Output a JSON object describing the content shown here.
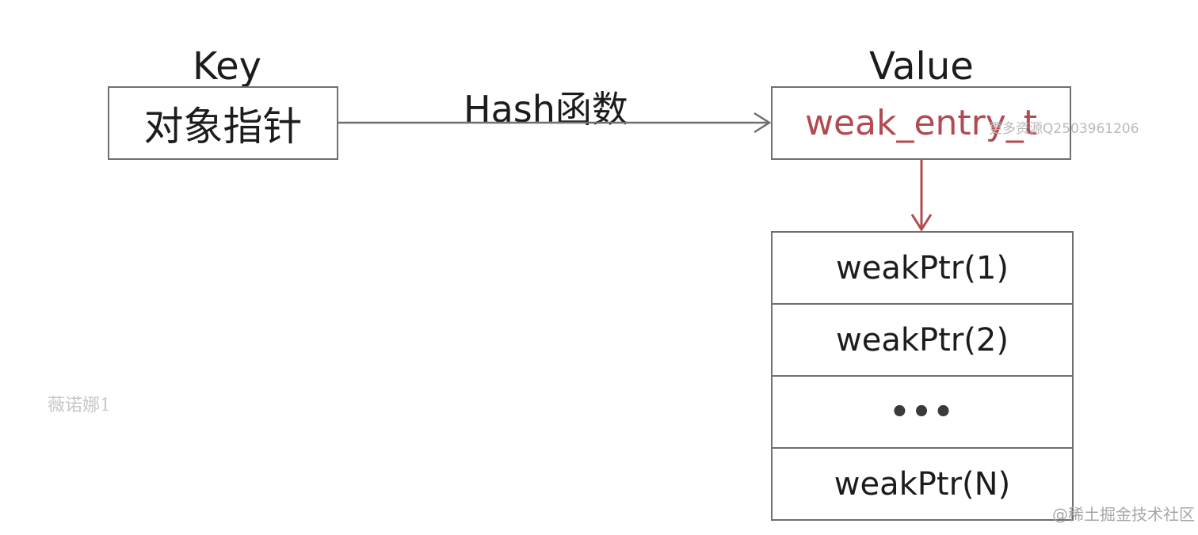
{
  "diagram": {
    "key_heading": "Key",
    "value_heading": "Value",
    "key_box": "对象指针",
    "arrow_label": "Hash函数",
    "value_box": "weak_entry_t",
    "weak_ptrs": [
      "weakPtr(1)",
      "weakPtr(2)",
      "•••",
      "weakPtr(N)"
    ]
  },
  "colors": {
    "accent": "#b24a52",
    "line": "#6f6f6f",
    "text": "#1c1c1c"
  },
  "watermarks": {
    "left": "薇诺娜1",
    "overlay": "更多资源Q2503961206",
    "corner": "@稀土掘金技术社区"
  }
}
